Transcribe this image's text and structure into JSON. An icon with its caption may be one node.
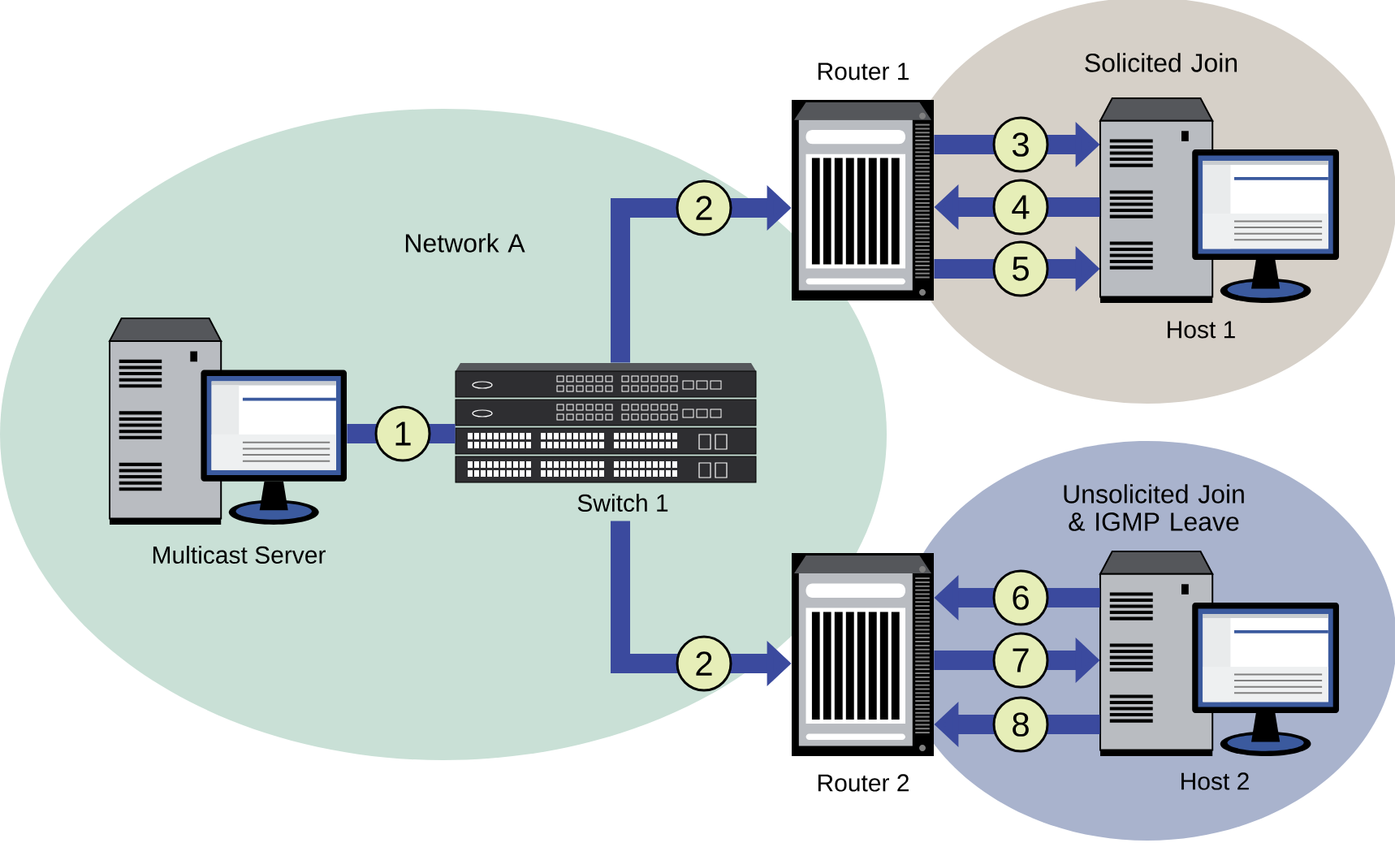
{
  "diagram": {
    "nodes": [
      {
        "text": [
          "Network A"
        ]
      },
      {
        "text": [
          "Solicited Join"
        ]
      },
      {
        "text": [
          "Unsolicited Join & IGMP Leave"
        ]
      },
      {
        "text": [
          "Multicast Server"
        ],
        "in": 0
      },
      {
        "text": [
          "Switch 1"
        ],
        "in": 0
      },
      {
        "text": [
          "Router 1"
        ]
      },
      {
        "text": [
          "Host 1"
        ],
        "in": 1
      },
      {
        "text": [
          "Router 2"
        ]
      },
      {
        "text": [
          "Host 2"
        ],
        "in": 2
      }
    ],
    "edges": [
      {
        "from": 3,
        "to": 4,
        "arrow": "none",
        "label": "1"
      },
      {
        "from": 4,
        "to": 5,
        "arrow": "to",
        "label": "2"
      },
      {
        "from": 4,
        "to": 7,
        "arrow": "to",
        "label": "2"
      },
      {
        "from": 5,
        "to": 6,
        "arrow": "to",
        "label": "3"
      },
      {
        "from": 6,
        "to": 5,
        "arrow": "to",
        "label": "4"
      },
      {
        "from": 5,
        "to": 6,
        "arrow": "to",
        "label": "5"
      },
      {
        "from": 8,
        "to": 7,
        "arrow": "to",
        "label": "6"
      },
      {
        "from": 7,
        "to": 8,
        "arrow": "to",
        "label": "7"
      },
      {
        "from": 8,
        "to": 7,
        "arrow": "to",
        "label": "8"
      }
    ]
  }
}
